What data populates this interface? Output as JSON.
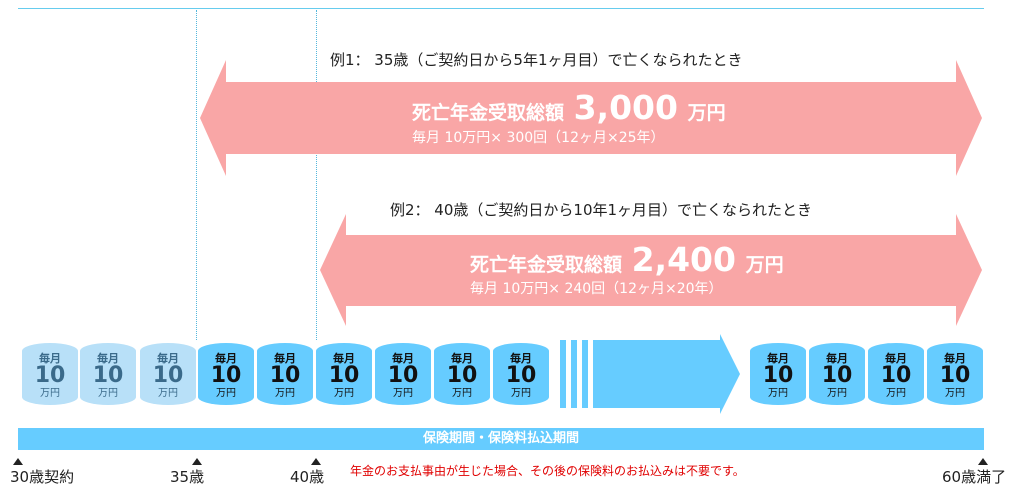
{
  "example1": {
    "title": "例1： 35歳（ご契約日から5年1ヶ月目）で亡くなられたとき",
    "total_prefix": "死亡年金受取総額",
    "total_amount": "3,000",
    "total_unit": "万円",
    "breakdown": "毎月 10万円× 300回（12ヶ月×25年）"
  },
  "example2": {
    "title": "例2： 40歳（ご契約日から10年1ヶ月目）で亡くなられたとき",
    "total_prefix": "死亡年金受取総額",
    "total_amount": "2,400",
    "total_unit": "万円",
    "breakdown": "毎月 10万円× 240回（12ヶ月×20年）"
  },
  "can": {
    "line1": "毎月",
    "line2": "10",
    "line3": "万円"
  },
  "period_bar": "保険期間・保険料払込期間",
  "ticks": {
    "start": "30歳契約",
    "t35": "35歳",
    "t40": "40歳",
    "end": "60歳満了"
  },
  "note": "年金のお支払事由が生じた場合、その後の保険料のお払込みは不要です。",
  "colors": {
    "arrow": "#f9a6a6",
    "can_light": "#b8e0f8",
    "can_dark": "#66ccff",
    "bar": "#66ccff",
    "note": "#e00000"
  }
}
